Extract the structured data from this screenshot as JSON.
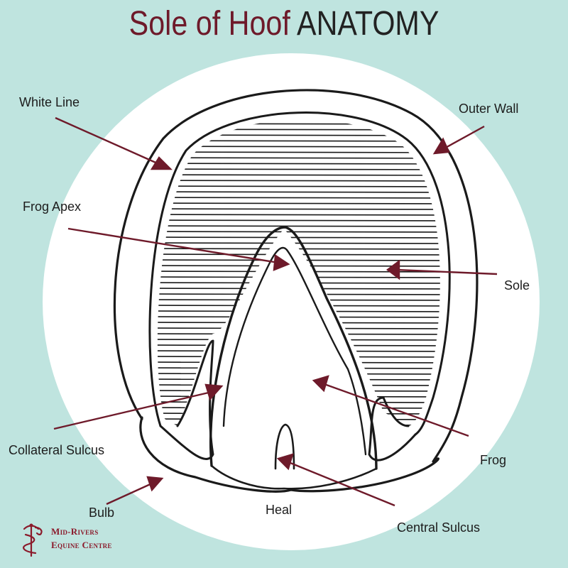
{
  "title": {
    "part1": "Sole of Hoof",
    "part2": "ANATOMY"
  },
  "colors": {
    "background": "#bfe4df",
    "circle": "#ffffff",
    "accent": "#6e1a2a",
    "ink": "#1a1a1a"
  },
  "labels": {
    "white_line": "White Line",
    "outer_wall": "Outer Wall",
    "frog_apex": "Frog Apex",
    "sole": "Sole",
    "collateral_sulcus": "Collateral Sulcus",
    "frog": "Frog",
    "bulb": "Bulb",
    "heal": "Heal",
    "central_sulcus": "Central Sulcus"
  },
  "logo": {
    "line1": "Mid-Rivers",
    "line2": "Equine Centre"
  }
}
